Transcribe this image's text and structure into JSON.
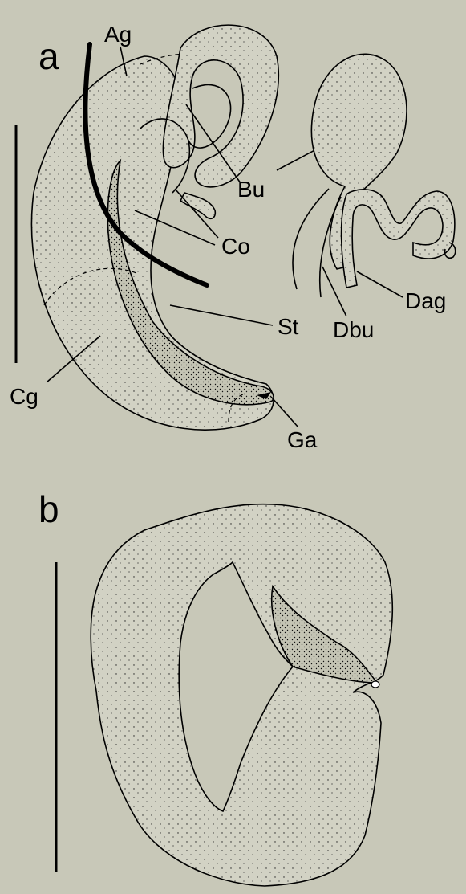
{
  "figure": {
    "panels": {
      "a": {
        "letter": "a",
        "labels": {
          "ag": "Ag",
          "bu": "Bu",
          "co": "Co",
          "st": "St",
          "cg": "Cg",
          "ga": "Ga",
          "dag": "Dag",
          "dbu": "Dbu"
        }
      },
      "b": {
        "letter": "b"
      }
    }
  },
  "colors": {
    "background": "#c8c8b8",
    "ink": "#000000"
  }
}
